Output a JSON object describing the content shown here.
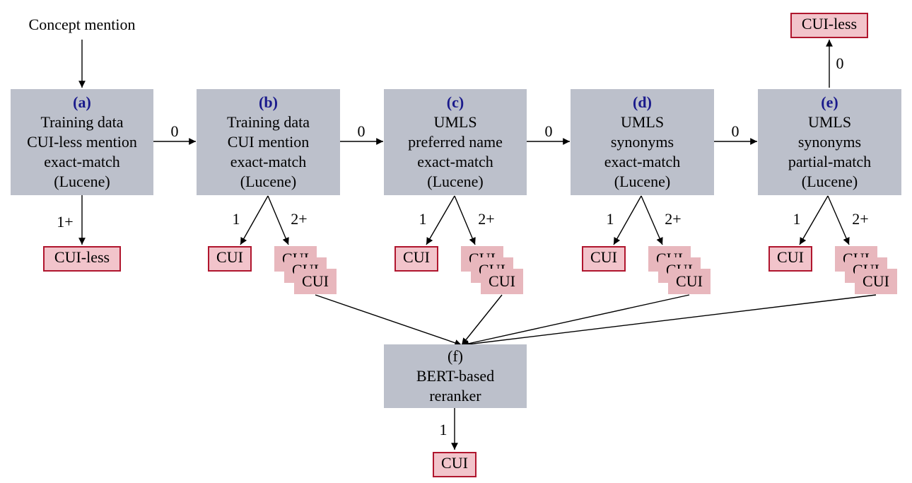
{
  "input_label": "Concept mention",
  "boxes": [
    {
      "tag": "(a)",
      "lines": [
        "Training data",
        "CUI-less mention",
        "exact-match",
        "(Lucene)"
      ]
    },
    {
      "tag": "(b)",
      "lines": [
        "Training data",
        "CUI mention",
        "exact-match",
        "(Lucene)"
      ]
    },
    {
      "tag": "(c)",
      "lines": [
        "UMLS",
        "preferred name",
        "exact-match",
        "(Lucene)"
      ]
    },
    {
      "tag": "(d)",
      "lines": [
        "UMLS",
        "synonyms",
        "exact-match",
        "(Lucene)"
      ]
    },
    {
      "tag": "(e)",
      "lines": [
        "UMLS",
        "synonyms",
        "partial-match",
        "(Lucene)"
      ]
    }
  ],
  "reranker": {
    "tag": "(f)",
    "lines": [
      "BERT-based",
      "reranker"
    ]
  },
  "edge_labels": {
    "zero": "0",
    "one_plus": "1+",
    "one": "1",
    "two_plus": "2+"
  },
  "outputs": {
    "cui": "CUI",
    "cui_less": "CUI-less"
  },
  "colors": {
    "box_fill": "#bcc0cb",
    "tag_color": "#1a1a8c",
    "output_fill": "#f2c4cb",
    "output_border": "#b0162e",
    "stack_fill": "#e8b7bd"
  }
}
